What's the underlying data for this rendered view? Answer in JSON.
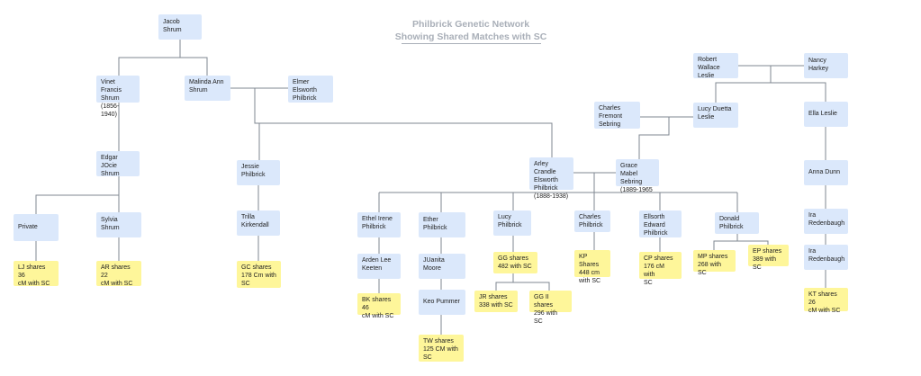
{
  "title": "Philbrick Genetic Network",
  "subtitle": "Showing Shared Matches with SC",
  "colors": {
    "person": "#dbe8fb",
    "match": "#fef69a",
    "line": "#7f8790",
    "title": "#a9afb8"
  },
  "nodes": {
    "jacob": "Jacob Shrum",
    "vinet": "Vinet Francis\nShrum\n(1856-1940)",
    "malinda": "Malinda Ann\nShrum",
    "elmer": "Elmer\nElsworth\nPhilbrick",
    "edgar": "Edgar JOcie\nShrum",
    "jessie": "Jessie\nPhilbrick",
    "private": "Private",
    "sylvia": "Sylvia Shrum",
    "trilla": "Trilla\nKirkendall",
    "lj": "LJ shares 36\ncM with SC",
    "ar": "AR shares 22\ncM with SC",
    "gc": "GC shares\n178 Cm with\nSC",
    "robert": "Robert\nWallace Leslie",
    "nancy": "Nancy Harkey",
    "charles_s": "Charles\nFremont\nSebring",
    "lucy_d": "Lucy Duetta\nLeslie",
    "ella": "Ella Leslie",
    "arley": "Arley Crandle\nElsworth\nPhilbrick\n(1888-1938)",
    "grace": "Grace Mabel\nSebring\n(1889-1965",
    "anna": "Anna Dunn",
    "ethel": "Ethel Irene\nPhilbrick",
    "ether": "Ether Philbrick",
    "lucy_p": "Lucy\nPhilbrick",
    "charles_p": "Charles\nPhilbrick",
    "ellsorth": "Ellsorth\nEdward\nPhilbrick",
    "donald": "Donald\nPhilbrick",
    "ira1": "Ira\nRedenbaugh",
    "ira2": "Ira\nRedenbaugh",
    "arden": "Arden Lee\nKeeten",
    "juanita": "JUanita\nMoore",
    "gg": "GG shares\n482 with SC",
    "kp": "KP Shares\n448 cm\nwith SC",
    "cp": "CP shares\n176 cM with\nSC",
    "mp": "MP shares\n268 with SC",
    "ep": "EP shares\n389 with SC",
    "bk": "BK shares 46\ncM with SC",
    "keo": "Keo Pummer",
    "jr": "JR shares\n338 with SC",
    "gg2": "GG II shares\n296 with SC",
    "kt": "KT shares 26\ncM with SC",
    "tw": "TW shares\n125 CM with\nSC"
  }
}
